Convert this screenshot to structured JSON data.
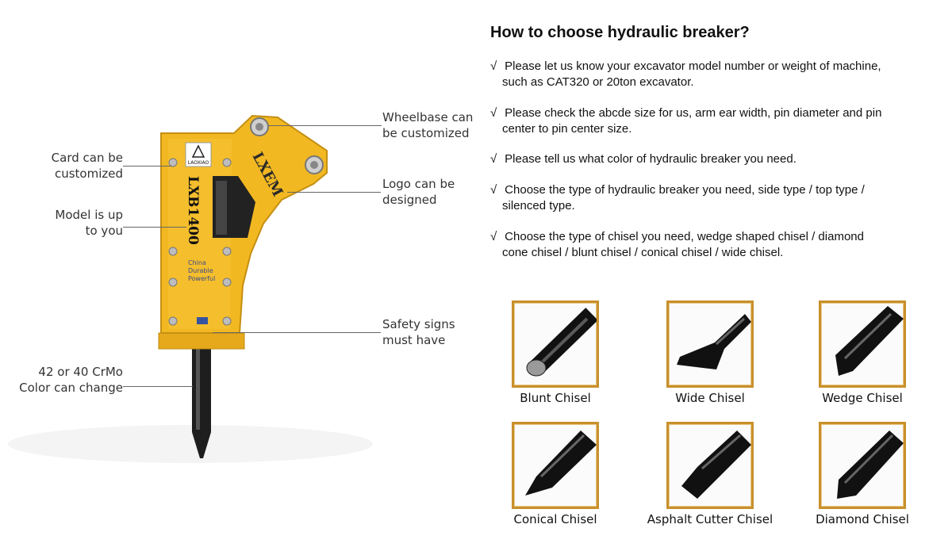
{
  "product": {
    "brand_logo": "LAOXIAO",
    "side_text": "LXEM",
    "model_text": "LXB1400",
    "slogan": [
      "China",
      "Durable",
      "Powerful"
    ],
    "body_color": "#f2b822",
    "chisel_color": "#1e1e1e"
  },
  "callouts": {
    "card": [
      "Card can be",
      "customized"
    ],
    "model": [
      "Model is up",
      "to you"
    ],
    "chisel": [
      "42 or 40 CrMo",
      "Color can change"
    ],
    "wheelbase": [
      "Wheelbase can",
      "be customized"
    ],
    "logo": [
      "Logo can be",
      "designed"
    ],
    "safety": [
      "Safety signs",
      "must have"
    ]
  },
  "guide": {
    "title": "How to choose hydraulic breaker?",
    "check_mark": "√",
    "tips": [
      {
        "line1": "Please let us know your excavator model number or weight of machine,",
        "line2": "such as CAT320 or 20ton excavator."
      },
      {
        "line1": "Please check the abcde size for us, arm ear width, pin diameter and pin",
        "line2": "center to pin center size."
      },
      {
        "line1": "Please tell us what color of hydraulic breaker you need.",
        "line2": ""
      },
      {
        "line1": "Choose the type of hydraulic breaker you need, side type / top type /",
        "line2": "silenced type."
      },
      {
        "line1": "Choose the type of chisel you need, wedge shaped chisel / diamond",
        "line2": "cone chisel / blunt chisel / conical chisel / wide chisel."
      }
    ]
  },
  "chisels": [
    {
      "label": "Blunt  Chisel",
      "icon": "blunt-chisel-icon"
    },
    {
      "label": "Wide Chisel",
      "icon": "wide-chisel-icon"
    },
    {
      "label": "Wedge Chisel",
      "icon": "wedge-chisel-icon"
    },
    {
      "label": "Conical Chisel",
      "icon": "conical-chisel-icon"
    },
    {
      "label": "Asphalt Cutter Chisel",
      "icon": "asphalt-cutter-chisel-icon"
    },
    {
      "label": "Diamond  Chisel",
      "icon": "diamond-chisel-icon"
    }
  ],
  "frame_color": "#c8902c"
}
